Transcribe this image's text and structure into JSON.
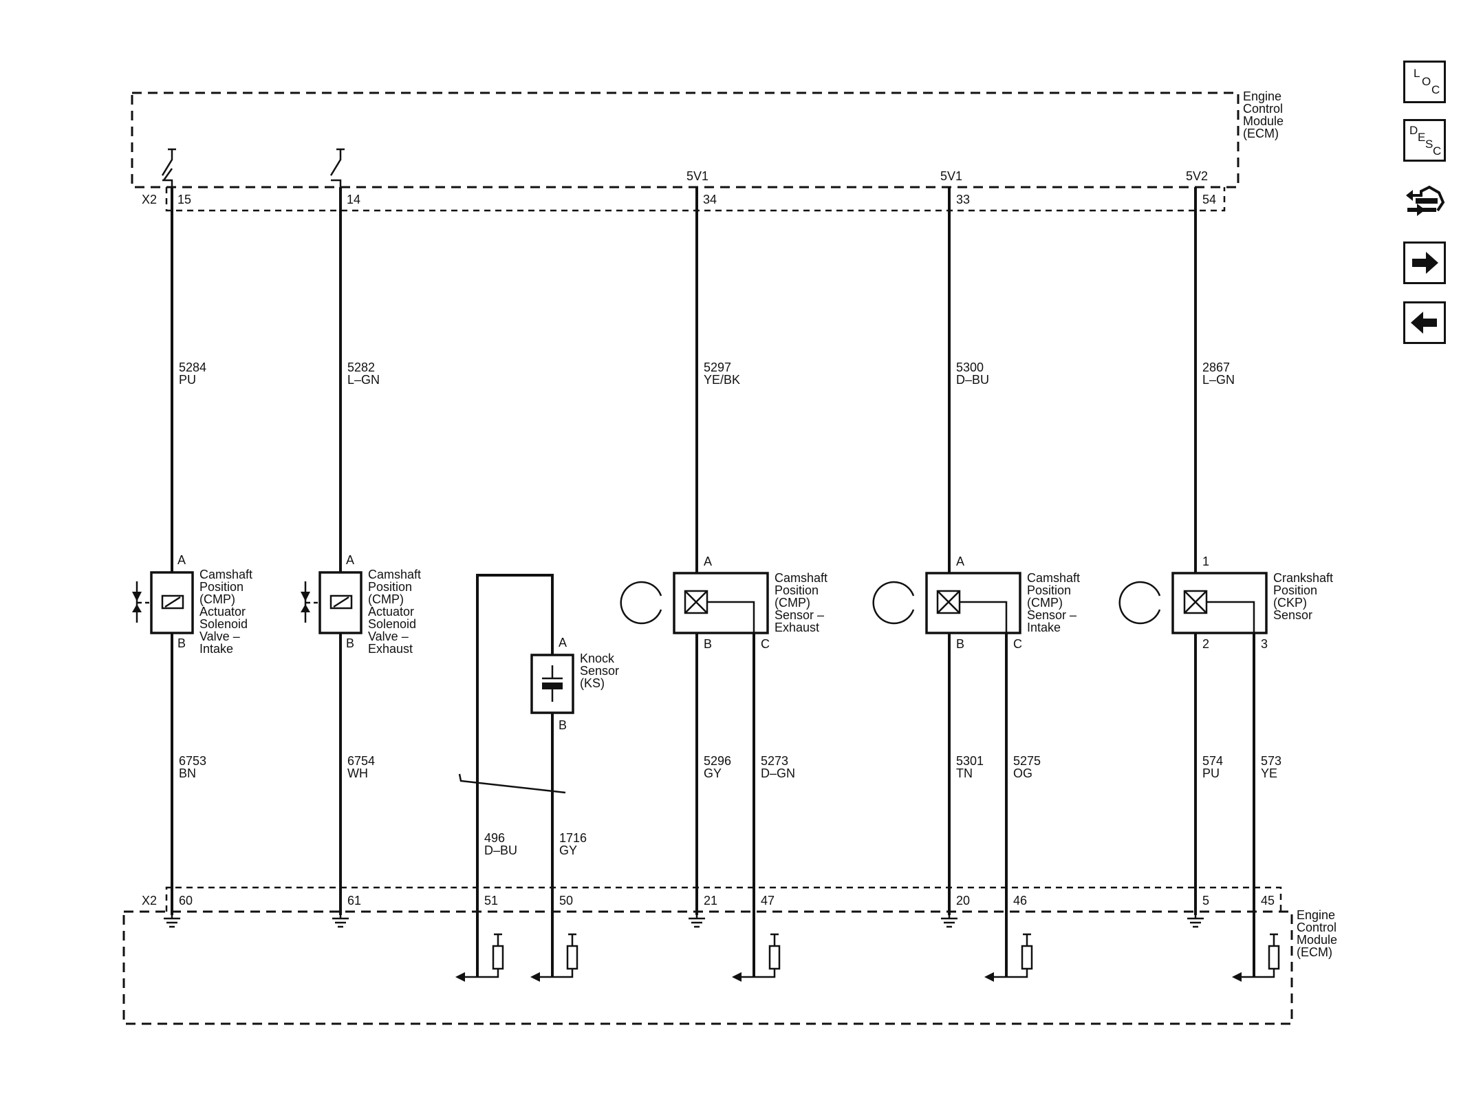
{
  "module": {
    "name_lines": [
      "Engine",
      "Control",
      "Module",
      "(ECM)"
    ],
    "connector": "X2",
    "supply_labels": [
      "5V1",
      "5V1",
      "5V2"
    ]
  },
  "top_pins": [
    "15",
    "14",
    "34",
    "33",
    "54"
  ],
  "bottom_pins": [
    "60",
    "61",
    "51",
    "50",
    "21",
    "47",
    "20",
    "46",
    "5",
    "45"
  ],
  "wires_top": [
    {
      "circuit": "5284",
      "color": "PU"
    },
    {
      "circuit": "5282",
      "color": "L–GN"
    },
    {
      "circuit": "5297",
      "color": "YE/BK"
    },
    {
      "circuit": "5300",
      "color": "D–BU"
    },
    {
      "circuit": "2867",
      "color": "L–GN"
    }
  ],
  "wires_bottom": [
    {
      "circuit": "6753",
      "color": "BN"
    },
    {
      "circuit": "6754",
      "color": "WH"
    },
    {
      "circuit": "496",
      "color": "D–BU"
    },
    {
      "circuit": "1716",
      "color": "GY"
    },
    {
      "circuit": "5296",
      "color": "GY"
    },
    {
      "circuit": "5273",
      "color": "D–GN"
    },
    {
      "circuit": "5301",
      "color": "TN"
    },
    {
      "circuit": "5275",
      "color": "OG"
    },
    {
      "circuit": "574",
      "color": "PU"
    },
    {
      "circuit": "573",
      "color": "YE"
    }
  ],
  "components": [
    {
      "lines": [
        "Camshaft",
        "Position",
        "(CMP)",
        "Actuator",
        "Solenoid",
        "Valve –",
        "Intake"
      ],
      "pins": [
        "A",
        "B"
      ]
    },
    {
      "lines": [
        "Camshaft",
        "Position",
        "(CMP)",
        "Actuator",
        "Solenoid",
        "Valve –",
        "Exhaust"
      ],
      "pins": [
        "A",
        "B"
      ]
    },
    {
      "lines": [
        "Knock",
        "Sensor",
        "(KS)"
      ],
      "pins": [
        "A",
        "B"
      ]
    },
    {
      "lines": [
        "Camshaft",
        "Position",
        "(CMP)",
        "Sensor –",
        "Exhaust"
      ],
      "pins": [
        "A",
        "B",
        "C"
      ]
    },
    {
      "lines": [
        "Camshaft",
        "Position",
        "(CMP)",
        "Sensor –",
        "Intake"
      ],
      "pins": [
        "A",
        "B",
        "C"
      ]
    },
    {
      "lines": [
        "Crankshaft",
        "Position",
        "(CKP)",
        "Sensor"
      ],
      "pins": [
        "1",
        "2",
        "3"
      ]
    }
  ],
  "nav": {
    "loc": {
      "l1": "L",
      "l2": "O",
      "l3": "C"
    },
    "desc": {
      "l1": "D",
      "l2": "E",
      "l3": "S",
      "l4": "C"
    }
  }
}
